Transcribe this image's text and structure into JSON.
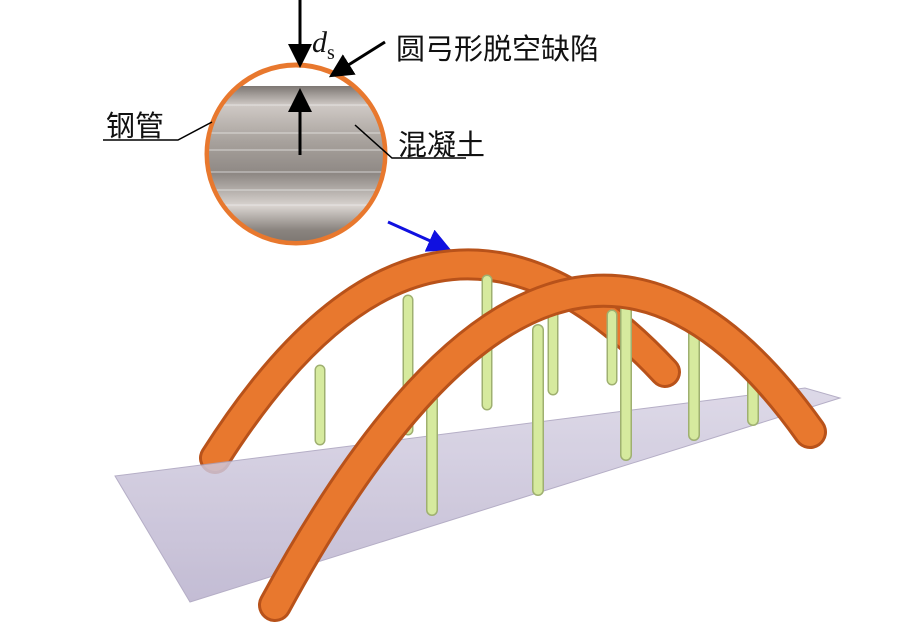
{
  "labels": {
    "gap_thickness_symbol": "d",
    "gap_thickness_subscript": "s",
    "defect": "圆弓形脱空缺陷",
    "steel_tube": "钢管",
    "concrete": "混凝土"
  },
  "colors": {
    "steel": "#e8782e",
    "concrete": "#8f8985",
    "hanger": "#d6ea9e",
    "deck": "#c9c3d8",
    "pointer_arrow": "#1010e0"
  }
}
